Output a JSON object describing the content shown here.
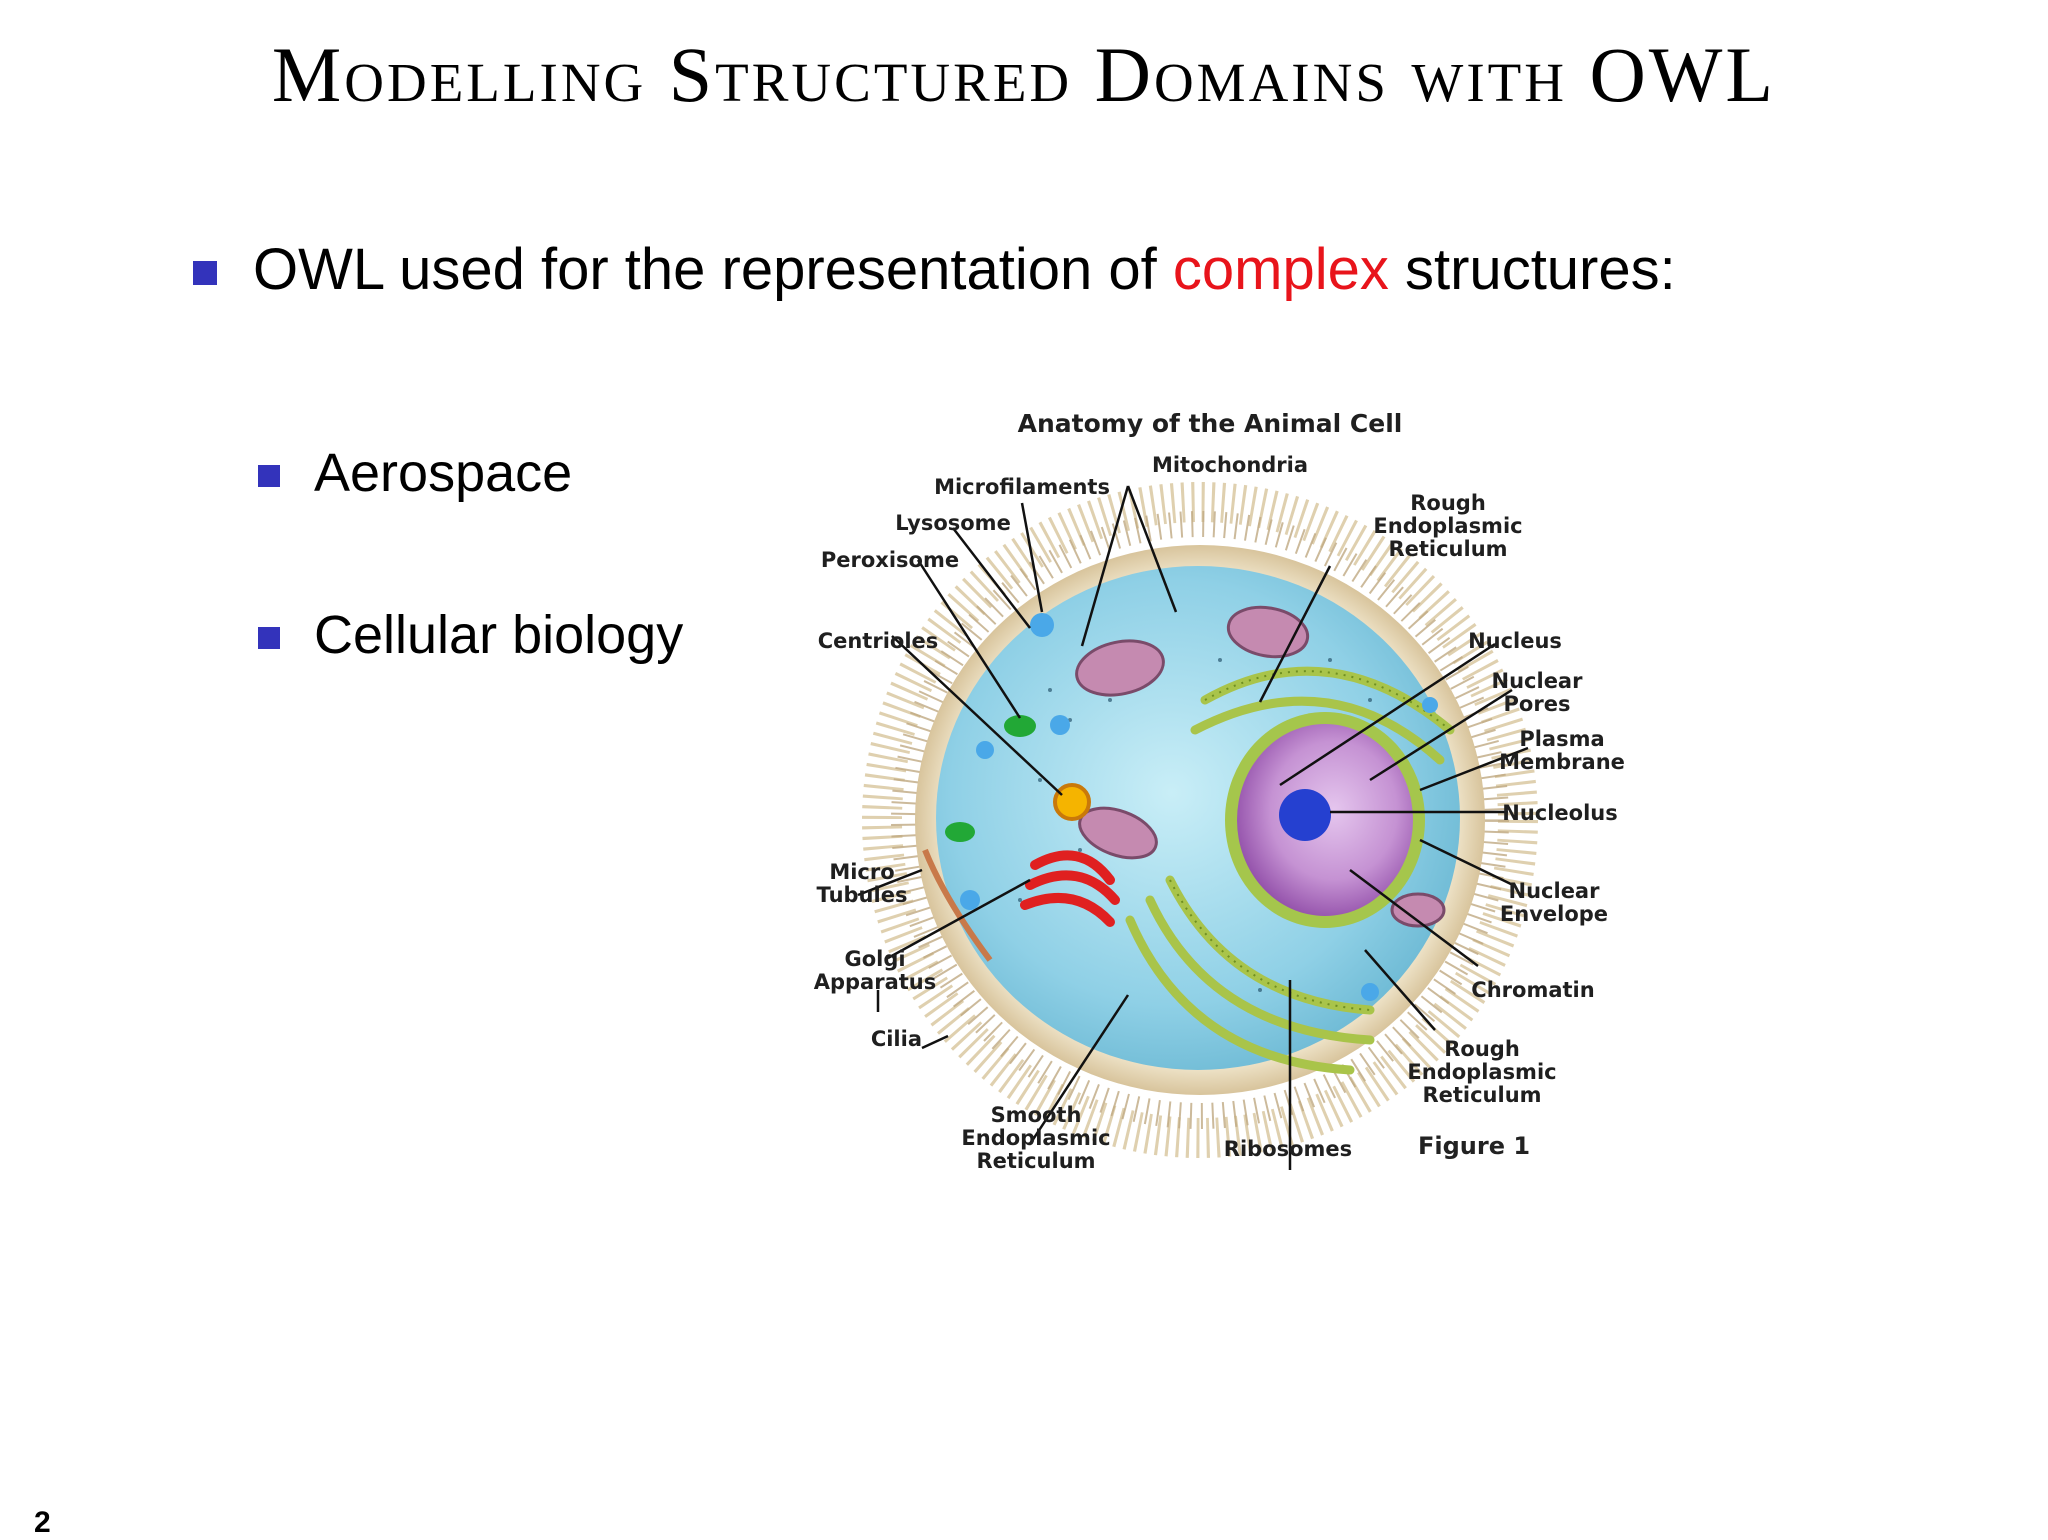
{
  "slide": {
    "title": "Modelling Structured Domains with OWL",
    "page_number": "2"
  },
  "bullets": {
    "main": {
      "prefix": "OWL used for the representation of ",
      "highlight": "complex",
      "suffix": " structures:"
    },
    "sub": [
      {
        "label": "Aerospace"
      },
      {
        "label": "Cellular biology"
      }
    ]
  },
  "figure": {
    "title": "Anatomy of the Animal Cell",
    "caption": "Figure 1",
    "labels": {
      "microfilaments": "Microfilaments",
      "mitochondria": "Mitochondria",
      "rough_er_top": [
        "Rough",
        "Endoplasmic",
        "Reticulum"
      ],
      "lysosome": "Lysosome",
      "peroxisome": "Peroxisome",
      "centrioles": "Centrioles",
      "nucleus": "Nucleus",
      "nuclear_pores": [
        "Nuclear",
        "Pores"
      ],
      "plasma_membrane": [
        "Plasma",
        "Membrane"
      ],
      "nucleolus": "Nucleolus",
      "micro_tubules": [
        "Micro",
        "Tubules"
      ],
      "nuclear_envelope": [
        "Nuclear",
        "Envelope"
      ],
      "golgi_apparatus": [
        "Golgi",
        "Apparatus"
      ],
      "chromatin": "Chromatin",
      "cilia": "Cilia",
      "rough_er_bottom": [
        "Rough",
        "Endoplasmic",
        "Reticulum"
      ],
      "smooth_er": [
        "Smooth",
        "Endoplasmic",
        "Reticulum"
      ],
      "ribosomes": "Ribosomes"
    }
  },
  "colors": {
    "bullet_square": "#3333bb",
    "highlight": "#e8141b",
    "cytoplasm": "#8fd0e6",
    "nucleus": "#b57ac4",
    "golgi": "#e02020",
    "er": "#a9c44a"
  }
}
